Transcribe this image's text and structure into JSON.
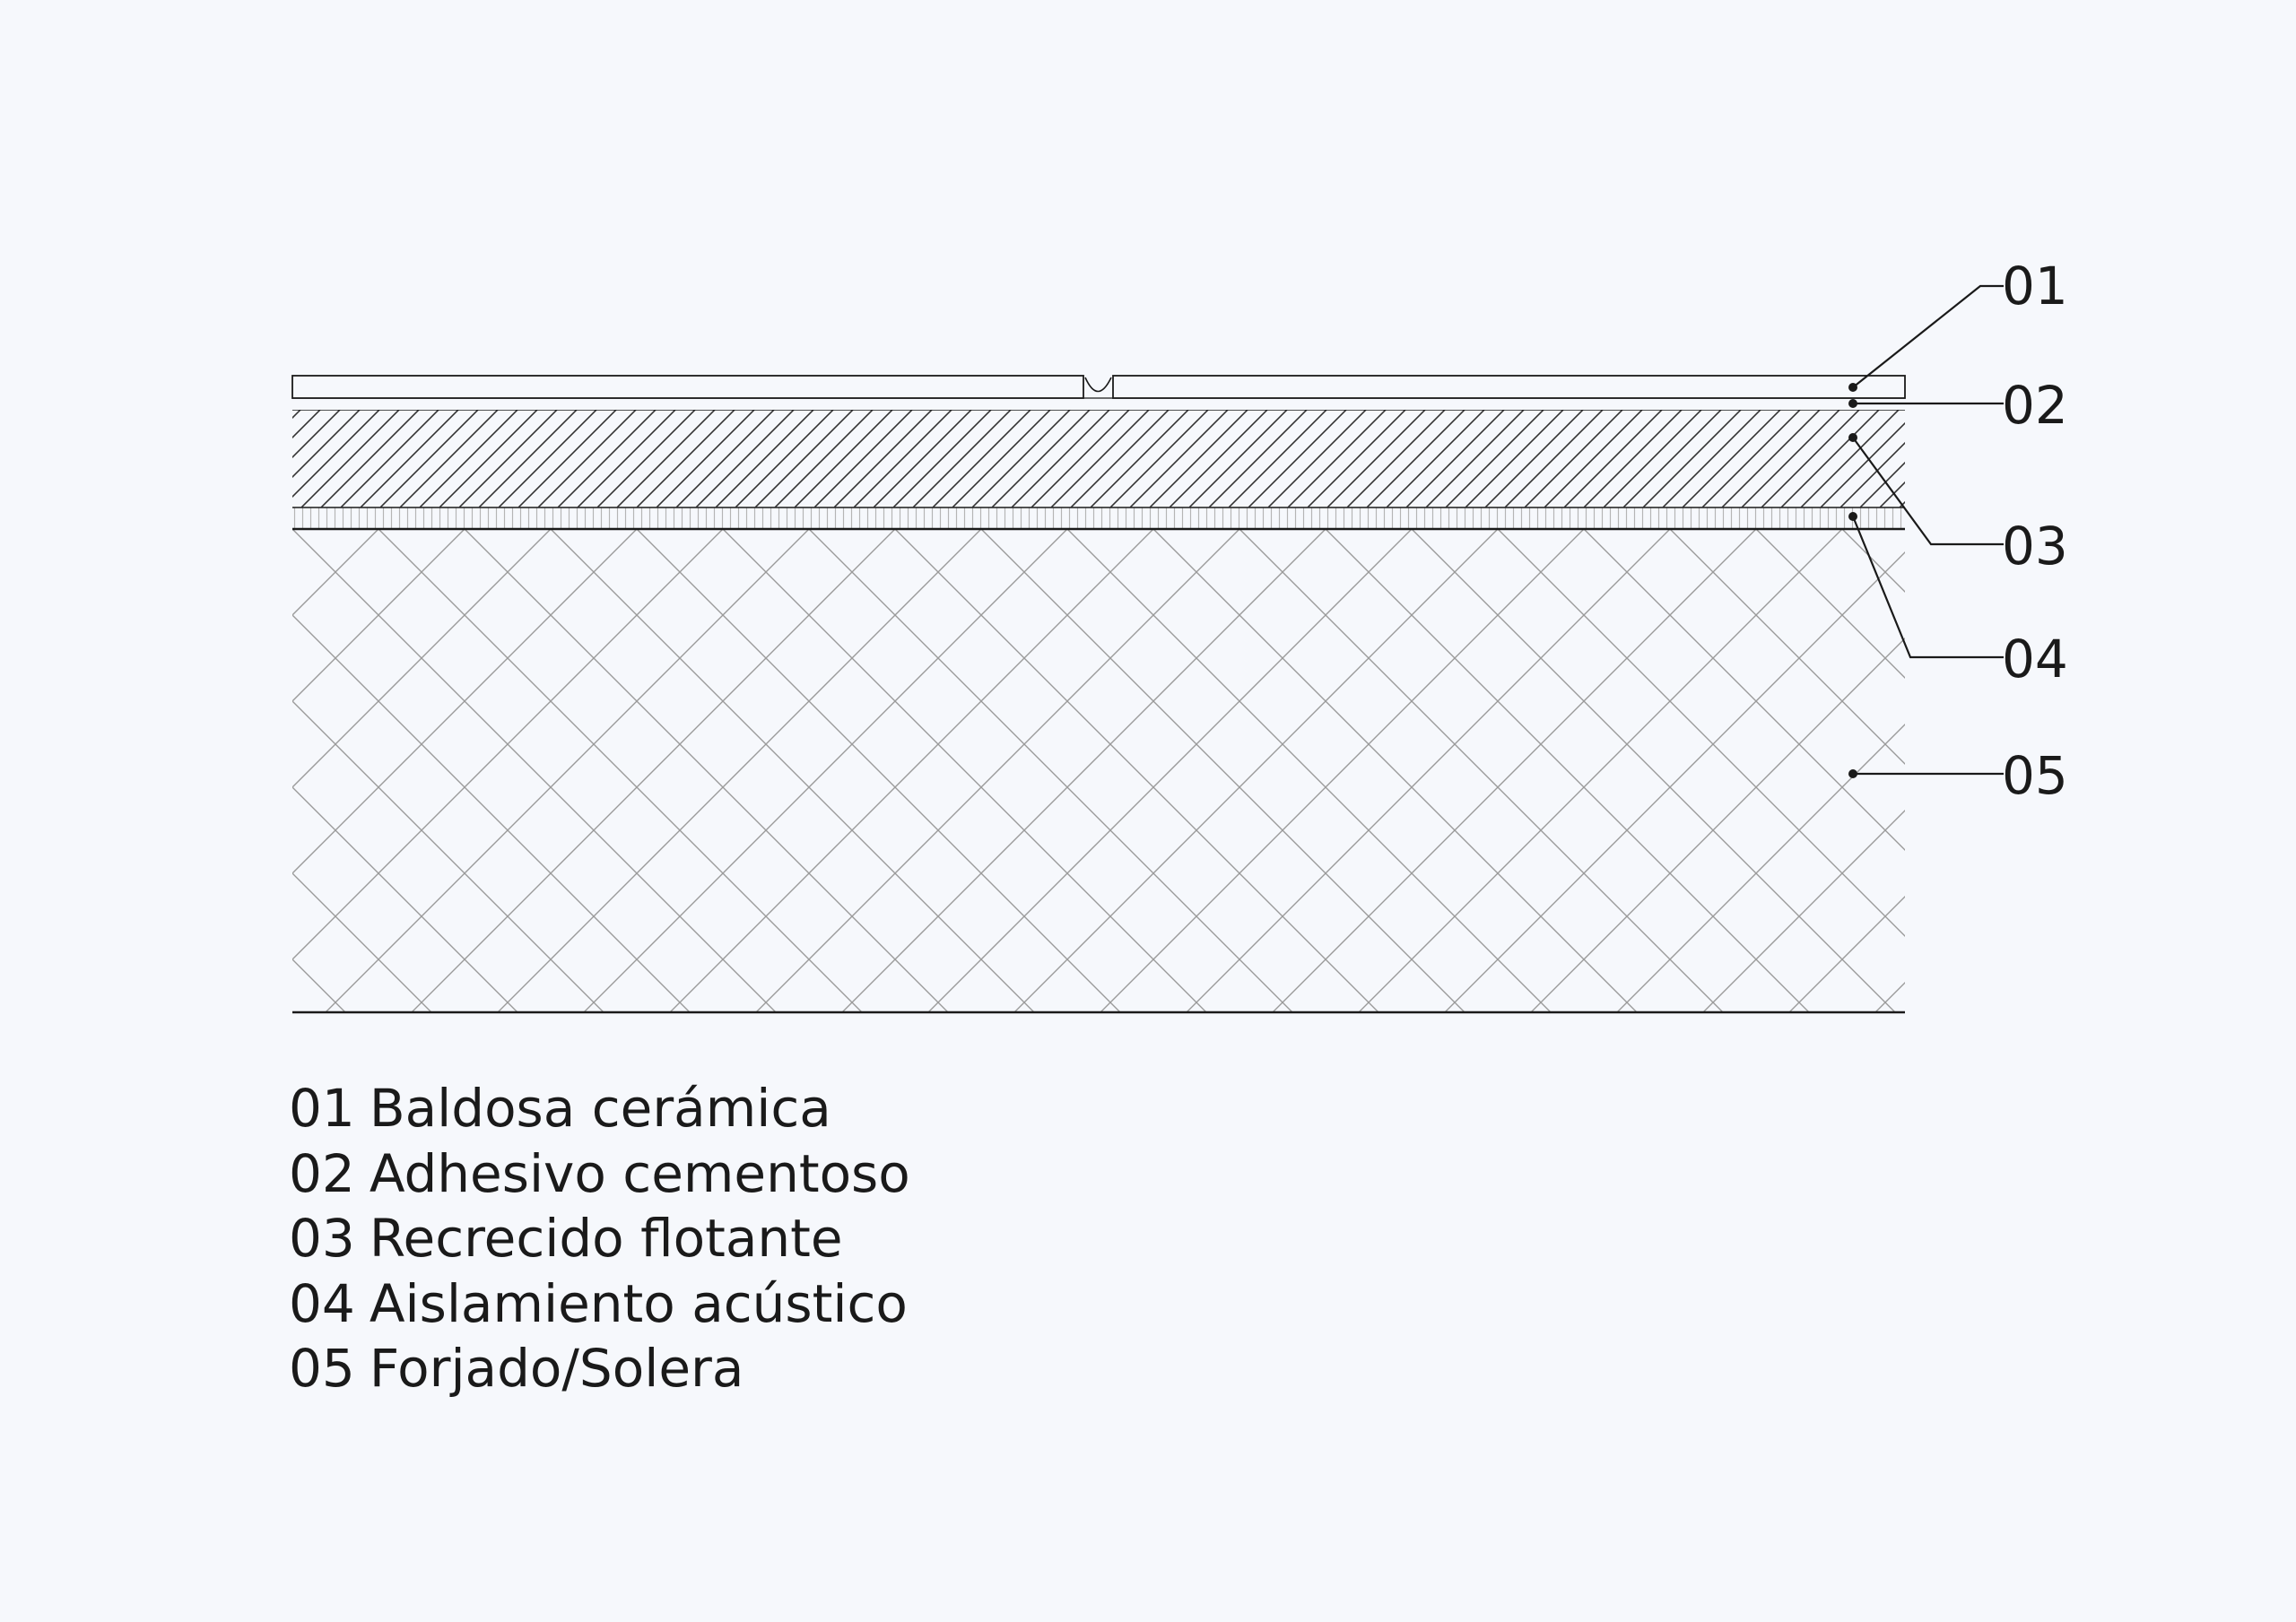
{
  "layers": [
    {
      "code": "01",
      "label": "Baldosa cerámica"
    },
    {
      "code": "02",
      "label": "Adhesivo cementoso"
    },
    {
      "code": "03",
      "label": "Recrecido flotante"
    },
    {
      "code": "04",
      "label": "Aislamiento acústico"
    },
    {
      "code": "05",
      "label": "Forjado/Solera"
    }
  ],
  "colors": {
    "background": "#f6f8fc",
    "line": "#1a1a1a",
    "hatch": "#333333",
    "crosshatch": "#9a9a9a"
  }
}
